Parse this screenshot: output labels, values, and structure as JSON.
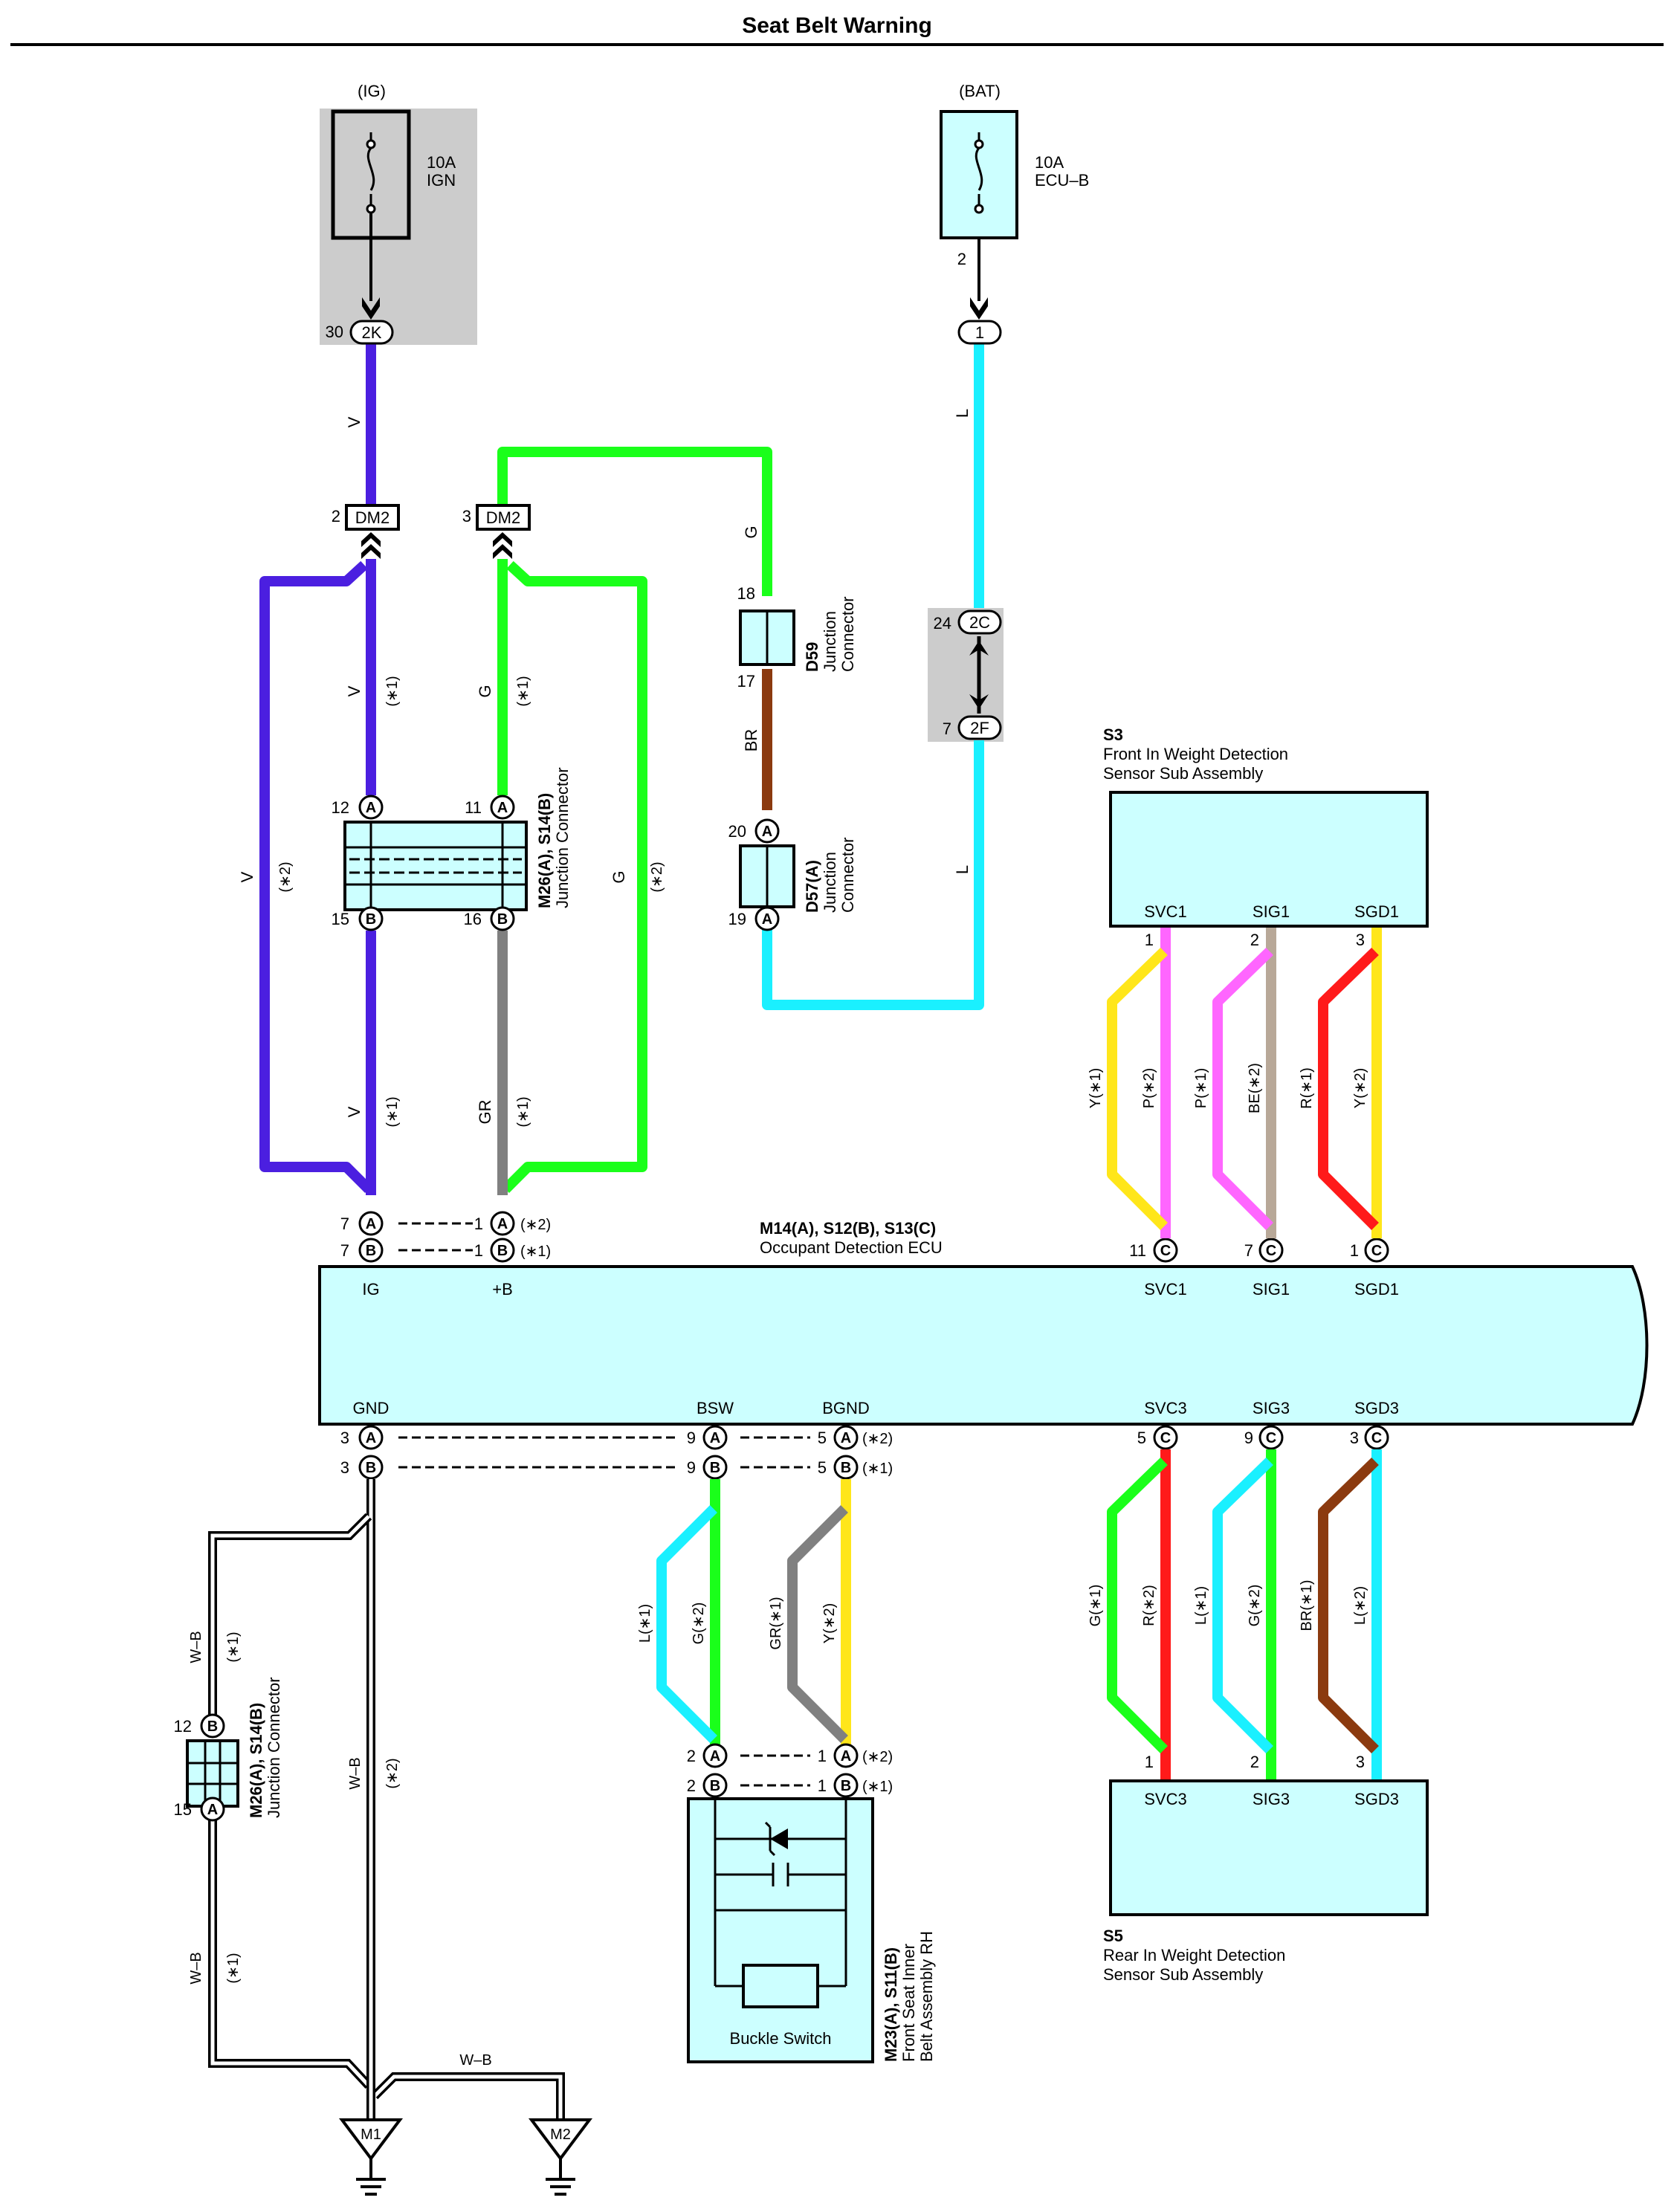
{
  "title": "Seat Belt Warning",
  "colors": {
    "V": "#4b1fe0",
    "G": "#1aff1a",
    "L": "#1af0ff",
    "BR": "#8b3a0f",
    "GR": "#808080",
    "Y": "#ffe61a",
    "P": "#ff66ff",
    "BE": "#b8a898",
    "R": "#ff1a1a",
    "box": "#ccffff",
    "shade": "#cccccc"
  },
  "fuses": {
    "ig": {
      "supply": "(IG)",
      "rating": "10A",
      "name": "IGN"
    },
    "bat": {
      "supply": "(BAT)",
      "rating": "10A",
      "name": "ECU–B",
      "pin": "2"
    }
  },
  "junction_blocks": {
    "j2k": {
      "num": "30",
      "code": "2K"
    },
    "j1": {
      "code": "1"
    },
    "j2c": {
      "num": "24",
      "code": "2C"
    },
    "j2f": {
      "num": "7",
      "code": "2F"
    }
  },
  "dm2": {
    "a": {
      "num": "2",
      "code": "DM2"
    },
    "b": {
      "num": "3",
      "code": "DM2"
    }
  },
  "d59": {
    "name": "D59",
    "desc": [
      "Junction",
      "Connector"
    ],
    "pin_top": "18",
    "pin_bot": "17"
  },
  "d57": {
    "name": "D57(A)",
    "desc": [
      "Junction",
      "Connector"
    ],
    "pin_top": "20",
    "pin_bot": "19",
    "letter": "A"
  },
  "m26_top": {
    "name": "M26(A), S14(B)",
    "desc": "Junction Connector",
    "pins": {
      "tl_num": "12",
      "tl": "A",
      "tr_num": "11",
      "tr": "A",
      "bl_num": "15",
      "bl": "B",
      "br_num": "16",
      "br": "B"
    }
  },
  "m26_bottom": {
    "name": "M26(A), S14(B)",
    "desc": "Junction Connector",
    "pins": {
      "top_num": "12",
      "top": "B",
      "bot_num": "15",
      "bot": "A"
    }
  },
  "ecu": {
    "name": "M14(A), S12(B), S13(C)",
    "desc": "Occupant Detection ECU",
    "terminals_top": {
      "ig": "IG",
      "b": "+B",
      "svc1": "SVC1",
      "sig1": "SIG1",
      "sgd1": "SGD1"
    },
    "terminals_bottom": {
      "gnd": "GND",
      "bsw": "BSW",
      "bgnd": "BGND",
      "svc3": "SVC3",
      "sig3": "SIG3",
      "sgd3": "SGD3"
    },
    "pins": {
      "ig_a": {
        "num": "7",
        "letter": "A"
      },
      "ig_b": {
        "num": "7",
        "letter": "B"
      },
      "b_a": {
        "num": "1",
        "letter": "A",
        "note": "(∗2)"
      },
      "b_b": {
        "num": "1",
        "letter": "B",
        "note": "(∗1)"
      },
      "svc1": {
        "num": "11",
        "letter": "C"
      },
      "sig1": {
        "num": "7",
        "letter": "C"
      },
      "sgd1": {
        "num": "1",
        "letter": "C"
      },
      "gnd_a": {
        "num": "3",
        "letter": "A"
      },
      "gnd_b": {
        "num": "3",
        "letter": "B"
      },
      "bsw_a": {
        "num": "9",
        "letter": "A"
      },
      "bsw_b": {
        "num": "9",
        "letter": "B"
      },
      "bgnd_a": {
        "num": "5",
        "letter": "A",
        "note": "(∗2)"
      },
      "bgnd_b": {
        "num": "5",
        "letter": "B",
        "note": "(∗1)"
      },
      "svc3": {
        "num": "5",
        "letter": "C"
      },
      "sig3": {
        "num": "9",
        "letter": "C"
      },
      "sgd3": {
        "num": "3",
        "letter": "C"
      }
    }
  },
  "s3": {
    "code": "S3",
    "desc": [
      "Front In Weight Detection",
      "Sensor Sub Assembly"
    ],
    "terminals": {
      "svc1": "SVC1",
      "sig1": "SIG1",
      "sgd1": "SGD1"
    },
    "pins": {
      "svc1": "1",
      "sig1": "2",
      "sgd1": "3"
    }
  },
  "s5": {
    "code": "S5",
    "desc": [
      "Rear In Weight Detection",
      "Sensor Sub Assembly"
    ],
    "terminals": {
      "svc3": "SVC3",
      "sig3": "SIG3",
      "sgd3": "SGD3"
    },
    "pins": {
      "svc3": "1",
      "sig3": "2",
      "sgd3": "3"
    }
  },
  "buckle": {
    "name": "M23(A), S11(B)",
    "desc": [
      "Front Seat Inner",
      "Belt Assembly RH"
    ],
    "switch_label": "Buckle Switch",
    "pins": {
      "p2a": {
        "num": "2",
        "letter": "A"
      },
      "p2b": {
        "num": "2",
        "letter": "B"
      },
      "p1a": {
        "num": "1",
        "letter": "A",
        "note": "(∗2)"
      },
      "p1b": {
        "num": "1",
        "letter": "B",
        "note": "(∗1)"
      }
    }
  },
  "grounds": {
    "m1": "M1",
    "m2": "M2"
  },
  "wire_labels": {
    "v_top": "V",
    "l_top": "L",
    "g_d59": "G",
    "br": "BR",
    "l_mid": "L",
    "v_mid": "V",
    "v_mid_note": "(∗1)",
    "g_mid": "G",
    "g_mid_note": "(∗1)",
    "v_loop": "V",
    "v_loop_note": "(∗2)",
    "g_loop": "G",
    "g_loop_note": "(∗2)",
    "v_low": "V",
    "v_low_note": "(∗1)",
    "gr_low": "GR",
    "gr_low_note": "(∗1)",
    "s3_y1": "Y(∗1)",
    "s3_p2": "P(∗2)",
    "s3_p1": "P(∗1)",
    "s3_be2": "BE(∗2)",
    "s3_r1": "R(∗1)",
    "s3_y2": "Y(∗2)",
    "s5_g1": "G(∗1)",
    "s5_r2": "R(∗2)",
    "s5_l1": "L(∗1)",
    "s5_g2": "G(∗2)",
    "s5_br1": "BR(∗1)",
    "s5_l2": "L(∗2)",
    "bk_l1": "L(∗1)",
    "bk_g2": "G(∗2)",
    "bk_gr1": "GR(∗1)",
    "bk_y2": "Y(∗2)",
    "wb_left_top": "W–B",
    "wb_left_top_note": "(∗1)",
    "wb_left_bot": "W–B",
    "wb_left_bot_note": "(∗1)",
    "wb_main": "W–B",
    "wb_main_note": "(∗2)",
    "wb_m2": "W–B"
  }
}
